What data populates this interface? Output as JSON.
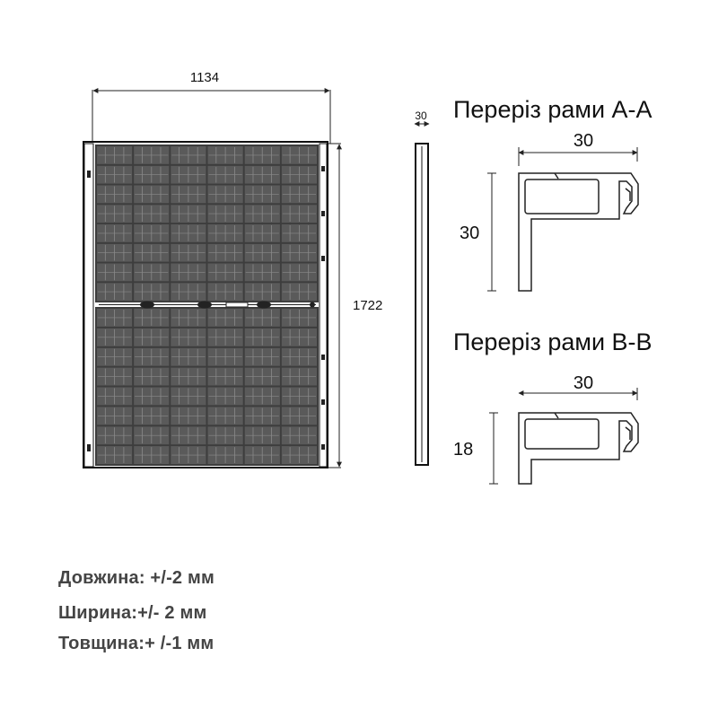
{
  "front_view": {
    "width_label": "1134",
    "height_label": "1722"
  },
  "side_view": {
    "thickness_label": "30"
  },
  "section_a": {
    "title": "Переріз рами A-A",
    "width_label": "30",
    "height_label": "30"
  },
  "section_b": {
    "title": "Переріз рами B-B",
    "width_label": "30",
    "height_label": "18"
  },
  "tolerances": {
    "length": "Довжина: +/-2 мм",
    "width": "Ширина:+/- 2 мм",
    "thickness": "Товщина:+ /-1 мм"
  },
  "colors": {
    "line": "#222222",
    "cell": "#5a5a5a",
    "cell_light": "#8a8a8a",
    "text": "#111111",
    "tolerance_text": "#444444"
  }
}
